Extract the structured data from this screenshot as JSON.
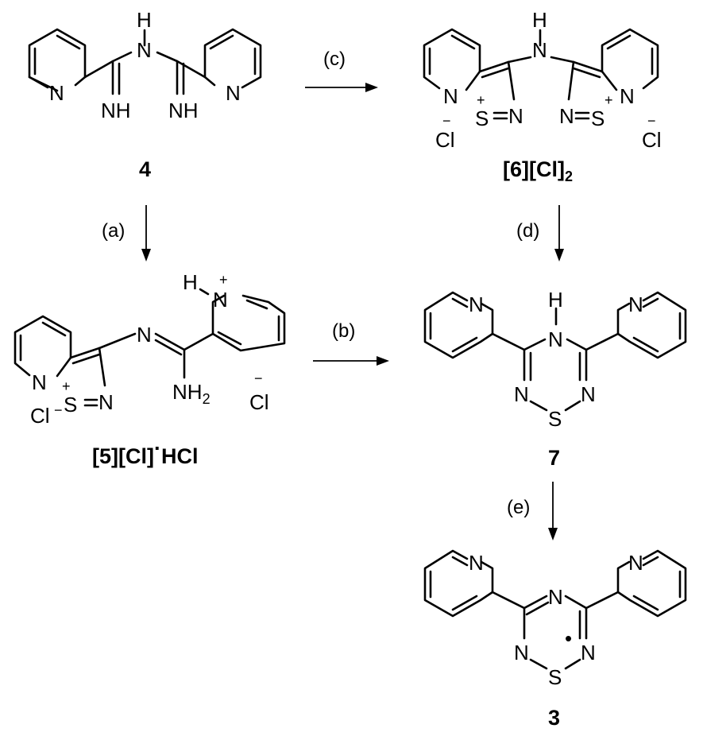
{
  "compounds": {
    "c4": {
      "label": "4",
      "atoms": {
        "h_top": "H",
        "n_top": "N",
        "n_pyr_left": "N",
        "n_pyr_right": "N",
        "nh_left": "NH",
        "nh_right": "NH"
      }
    },
    "c6": {
      "label_main": "[6][Cl]",
      "label_sub": "2",
      "atoms": {
        "h_top": "H",
        "n_top": "N",
        "n_ring_left": "N",
        "s_left": "S",
        "n_thiad_left": "N",
        "cl_left": "Cl",
        "minus_left": "−",
        "plus_left": "+",
        "n_ring_right": "N",
        "s_right": "S",
        "n_thiad_right": "N",
        "cl_right": "Cl",
        "minus_right": "−",
        "plus_right": "+"
      }
    },
    "c5": {
      "label_main": "[5][Cl]",
      "label_dot": "·",
      "label_end": "HCl",
      "atoms": {
        "n_ring": "N",
        "s": "S",
        "n_thiad": "N",
        "cl_left": "Cl",
        "minus_left": "−",
        "plus_s": "+",
        "n_imine": "N",
        "nh2": "NH",
        "nh2_sub": "2",
        "h_pyr": "H",
        "n_pyr": "N",
        "plus_pyr": "+",
        "cl_right": "Cl",
        "minus_right": "−"
      }
    },
    "c7": {
      "label": "7",
      "atoms": {
        "n_pyr_left": "N",
        "n_pyr_right": "N",
        "h": "H",
        "n_top": "N",
        "n_left": "N",
        "n_right": "N",
        "s": "S"
      }
    },
    "c3": {
      "label": "3",
      "atoms": {
        "n_pyr_left": "N",
        "n_pyr_right": "N",
        "n_top": "N",
        "n_left": "N",
        "n_right": "N",
        "s": "S",
        "radical": "•"
      }
    }
  },
  "conditions": {
    "a": "(a)",
    "b": "(b)",
    "c": "(c)",
    "d": "(d)",
    "e": "(e)"
  }
}
